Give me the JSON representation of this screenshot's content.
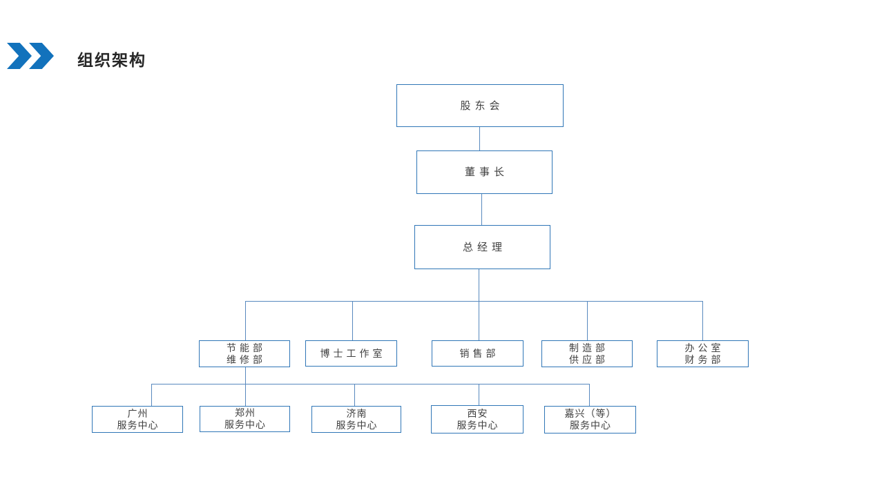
{
  "header": {
    "title": "组织架构"
  },
  "colors": {
    "chevron_accent": "#1272BC",
    "box_border": "#2E75B6",
    "connector_line": "#5788BE",
    "box_text": "#404040",
    "title_text": "#262626",
    "background": "#FFFFFF"
  },
  "org_chart": {
    "type": "org-tree",
    "nodes": {
      "shareholders": {
        "label": "股东会"
      },
      "chairman": {
        "label": "董事长"
      },
      "general_manager": {
        "label": "总经理"
      },
      "energy_dept": {
        "line1": "节能部",
        "line2": "维修部"
      },
      "doctor_studio": {
        "label": "博士工作室"
      },
      "sales_dept": {
        "label": "销售部"
      },
      "manufacturing": {
        "line1": "制造部",
        "line2": "供应部"
      },
      "office": {
        "line1": "办公室",
        "line2": "财务部"
      },
      "guangzhou": {
        "line1": "广州",
        "line2": "服务中心"
      },
      "zhengzhou": {
        "line1": "郑州",
        "line2": "服务中心"
      },
      "jinan": {
        "line1": "济南",
        "line2": "服务中心"
      },
      "xian": {
        "line1": "西安",
        "line2": "服务中心"
      },
      "jiaxing": {
        "line1": "嘉兴（等）",
        "line2": "服务中心"
      }
    },
    "hierarchy": [
      {
        "parent": "股东会",
        "children": [
          "董事长"
        ]
      },
      {
        "parent": "董事长",
        "children": [
          "总经理"
        ]
      },
      {
        "parent": "总经理",
        "children": [
          "节能部 维修部",
          "博士工作室",
          "销售部",
          "制造部 供应部",
          "办公室 财务部"
        ]
      },
      {
        "parent": "节能部 维修部",
        "children": [
          "广州服务中心",
          "郑州服务中心",
          "济南服务中心",
          "西安服务中心",
          "嘉兴（等）服务中心"
        ]
      }
    ]
  }
}
